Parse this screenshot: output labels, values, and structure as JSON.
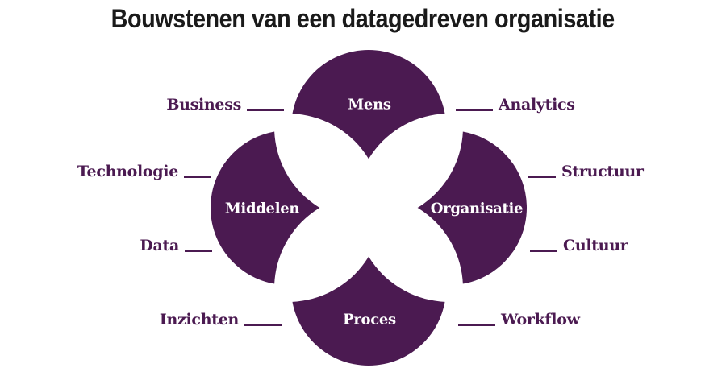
{
  "title": "Bouwstenen van een datagedreven organisatie",
  "colors": {
    "purple": "#4B1A51",
    "background": "#FFFFFF",
    "title_text": "#1A1A1A",
    "circle_label_text": "#FFFFFF"
  },
  "circles": {
    "top": {
      "label": "Mens"
    },
    "left": {
      "label": "Middelen"
    },
    "right": {
      "label": "Organisatie"
    },
    "bottom": {
      "label": "Proces"
    }
  },
  "callouts": {
    "business": {
      "label": "Business",
      "side": "left",
      "points_to": "Mens"
    },
    "analytics": {
      "label": "Analytics",
      "side": "right",
      "points_to": "Mens"
    },
    "technologie": {
      "label": "Technologie",
      "side": "left",
      "points_to": "Middelen"
    },
    "structuur": {
      "label": "Structuur",
      "side": "right",
      "points_to": "Organisatie"
    },
    "data": {
      "label": "Data",
      "side": "left",
      "points_to": "Middelen"
    },
    "cultuur": {
      "label": "Cultuur",
      "side": "right",
      "points_to": "Organisatie"
    },
    "inzichten": {
      "label": "Inzichten",
      "side": "left",
      "points_to": "Proces"
    },
    "workflow": {
      "label": "Workflow",
      "side": "right",
      "points_to": "Proces"
    }
  }
}
